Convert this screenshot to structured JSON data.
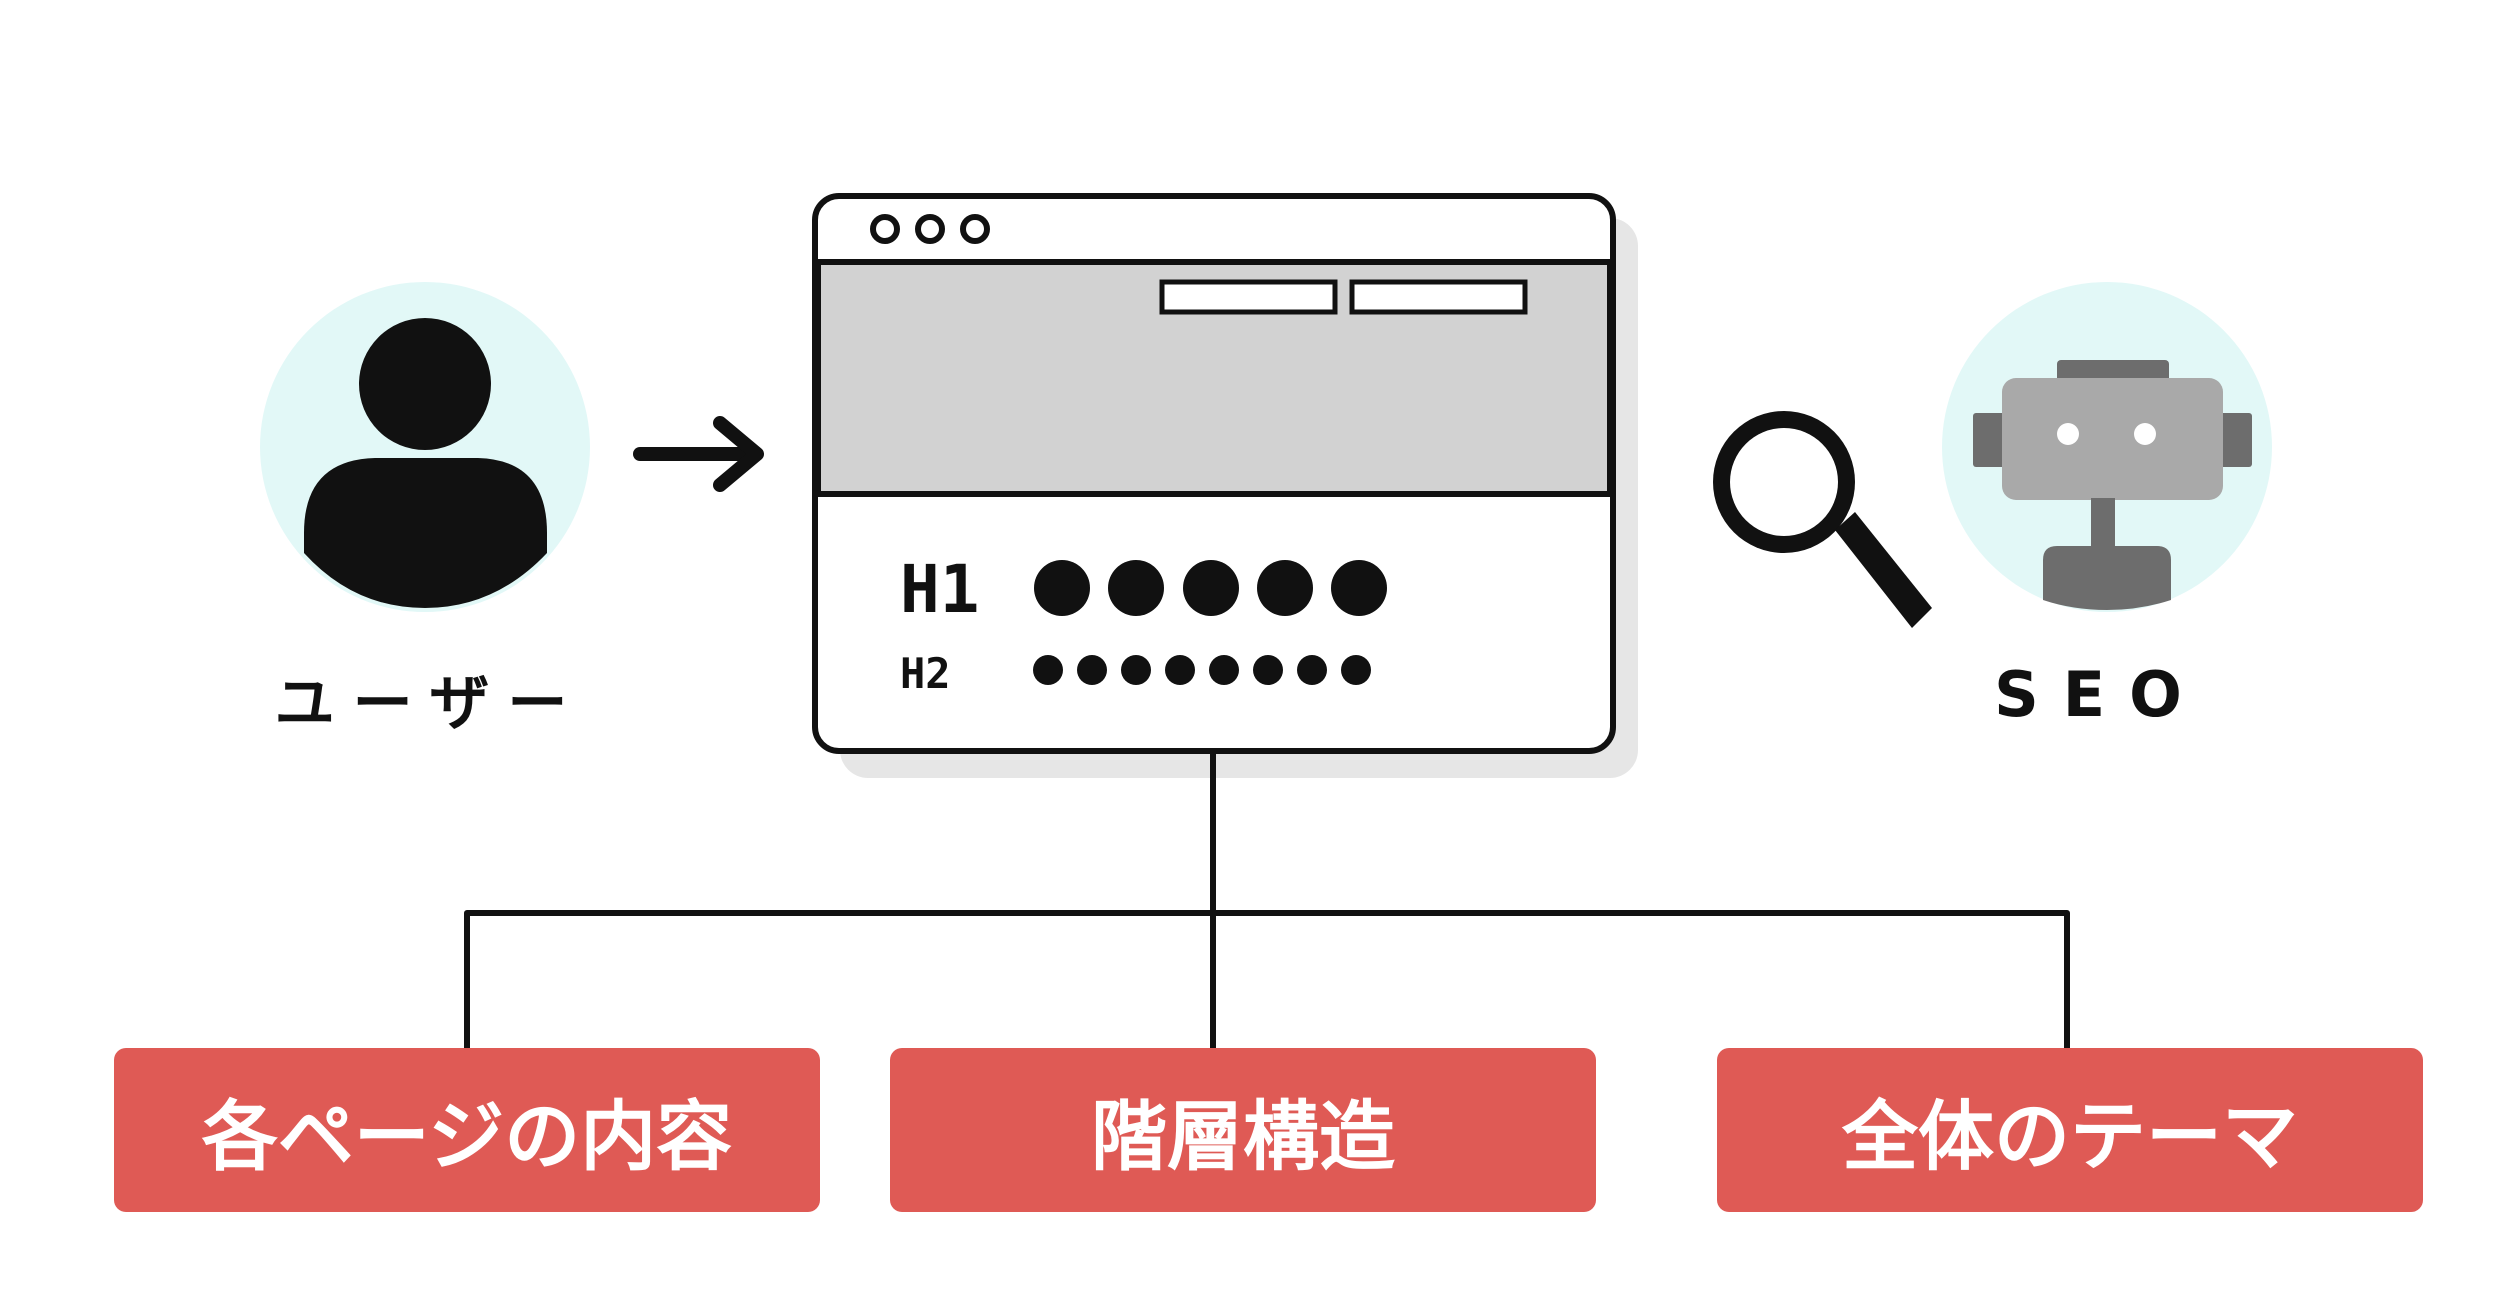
{
  "user": {
    "label": "ユーザー"
  },
  "seo": {
    "label": "SEO"
  },
  "browser": {
    "h1_label": "H1",
    "h2_label": "H2"
  },
  "boxes": [
    {
      "label": "各ページの内容"
    },
    {
      "label": "階層構造"
    },
    {
      "label": "全体のテーマ"
    }
  ],
  "colors": {
    "accent": "#df5a55",
    "circle_bg": "#e2f8f7",
    "hero_gray": "#d2d2d2",
    "shadow_gray": "#e6e6e6",
    "robot_light": "#a9a9a9",
    "robot_dark": "#6d6d6d",
    "ink": "#111111"
  }
}
